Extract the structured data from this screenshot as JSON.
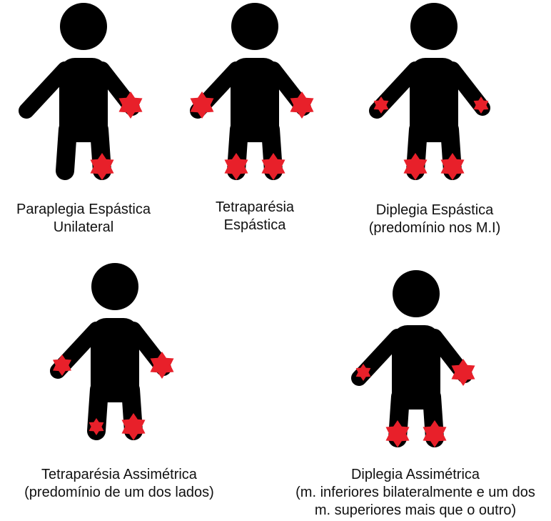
{
  "colors": {
    "figure": "#000000",
    "marker": "#e8202a",
    "text": "#111111"
  },
  "panels": [
    {
      "caption_lines": [
        "Paraplegia Espástica",
        "Unilateral"
      ],
      "markers": [
        {
          "part": "left-hand",
          "scale": "large"
        },
        {
          "part": "left-foot",
          "scale": "large"
        }
      ]
    },
    {
      "caption_lines": [
        "Tetraparésia",
        "Espástica"
      ],
      "markers": [
        {
          "part": "right-hand",
          "scale": "large"
        },
        {
          "part": "left-hand",
          "scale": "large"
        },
        {
          "part": "right-foot",
          "scale": "large"
        },
        {
          "part": "left-foot",
          "scale": "large"
        }
      ]
    },
    {
      "caption_lines": [
        "Diplegia Espástica",
        "(predomínio nos M.I)"
      ],
      "markers": [
        {
          "part": "right-hand",
          "scale": "small"
        },
        {
          "part": "left-hand",
          "scale": "small"
        },
        {
          "part": "right-foot",
          "scale": "large"
        },
        {
          "part": "left-foot",
          "scale": "large"
        }
      ]
    },
    {
      "caption_lines": [
        "Tetraparésia Assimétrica",
        "(predomínio de um dos lados)"
      ],
      "markers": [
        {
          "part": "right-hand",
          "scale": "medium"
        },
        {
          "part": "left-hand",
          "scale": "large"
        },
        {
          "part": "right-foot",
          "scale": "small"
        },
        {
          "part": "left-foot",
          "scale": "large"
        }
      ]
    },
    {
      "caption_lines": [
        "Diplegia Assimétrica",
        "(m. inferiores bilateralmente e um dos",
        "m. superiores mais que o outro)"
      ],
      "markers": [
        {
          "part": "right-hand",
          "scale": "small"
        },
        {
          "part": "left-hand",
          "scale": "large"
        },
        {
          "part": "right-foot",
          "scale": "large"
        },
        {
          "part": "left-foot",
          "scale": "large"
        }
      ]
    }
  ]
}
